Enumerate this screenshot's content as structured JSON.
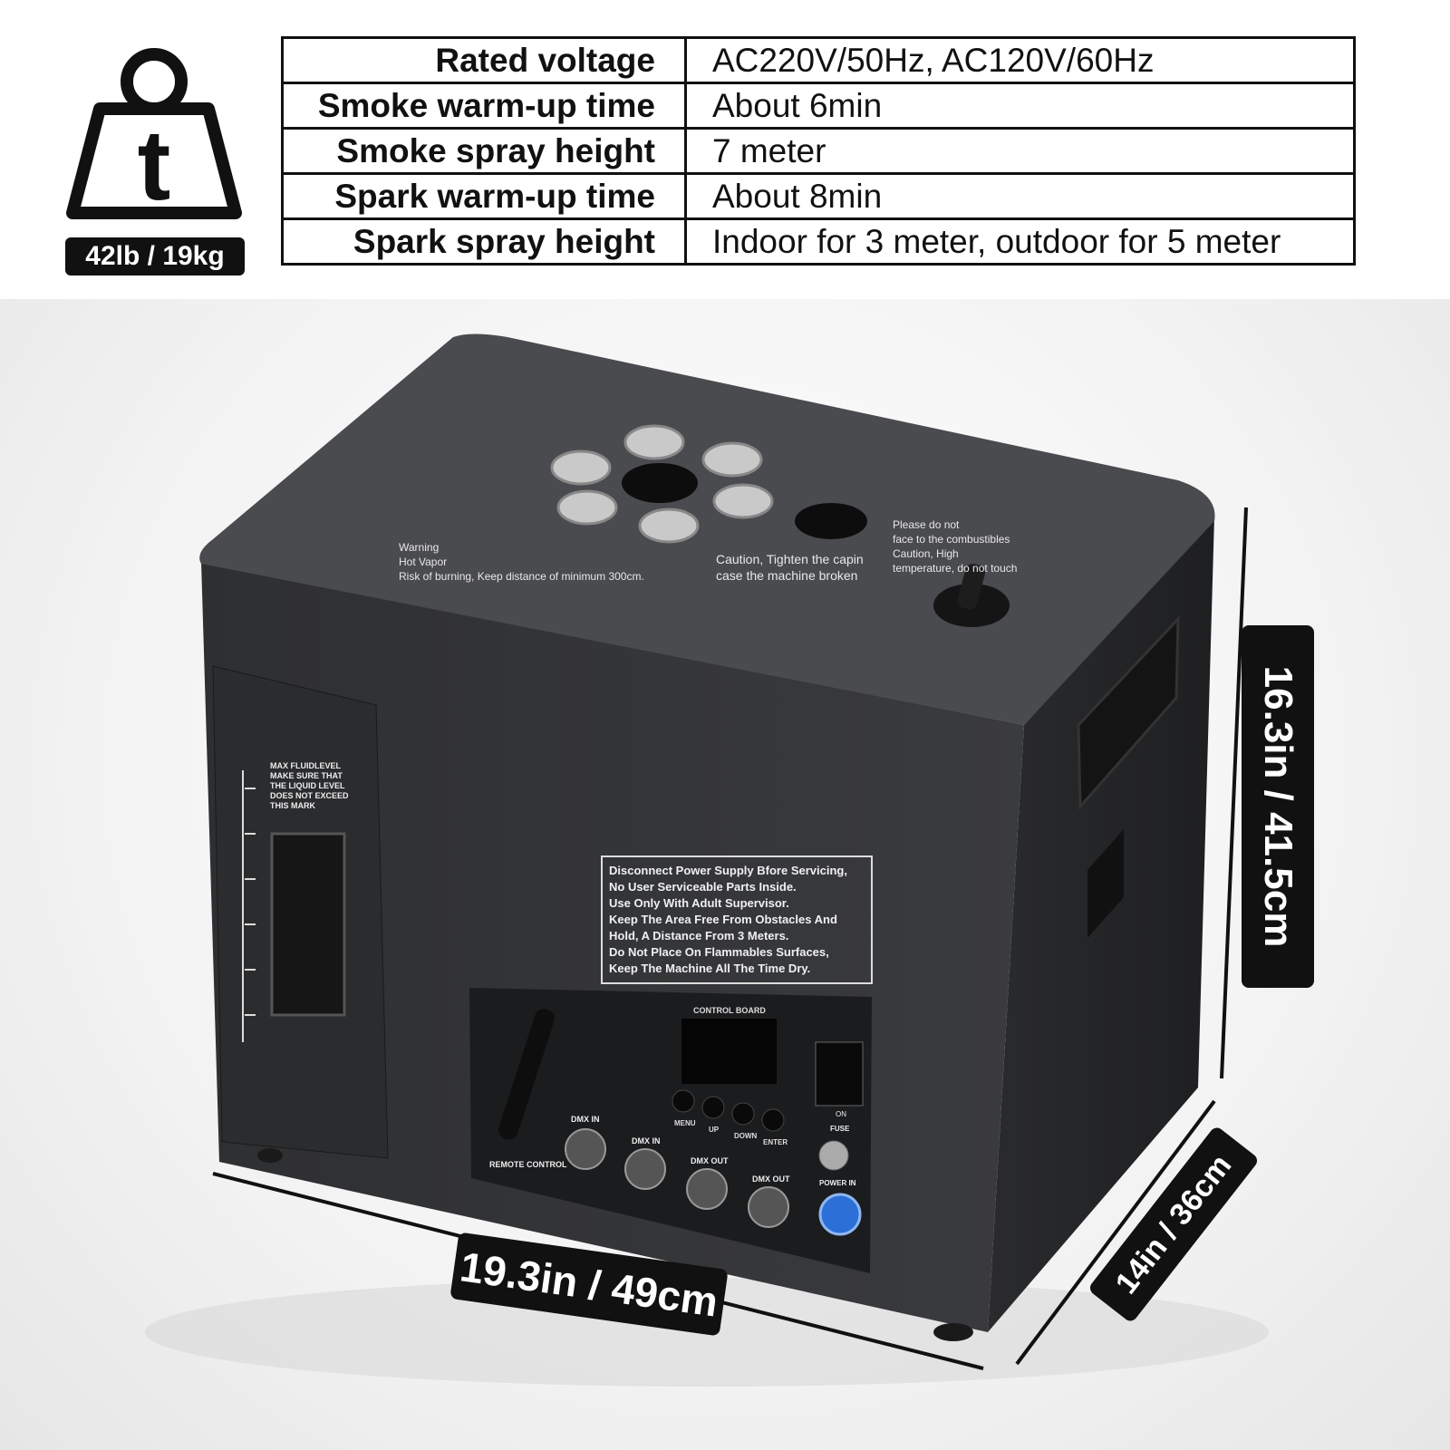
{
  "weight": {
    "icon": "weight-ton-icon",
    "glyph": "t",
    "label": "42lb / 19kg"
  },
  "specs": [
    {
      "key": "Rated voltage",
      "value": "AC220V/50Hz, AC120V/60Hz"
    },
    {
      "key": "Smoke warm-up time",
      "value": "About 6min"
    },
    {
      "key": "Smoke spray height",
      "value": "7 meter"
    },
    {
      "key": "Spark warm-up time",
      "value": "About 8min"
    },
    {
      "key": "Spark spray height",
      "value": "Indoor for 3 meter, outdoor for 5 meter"
    }
  ],
  "dimensions": {
    "width": "19.3in / 49cm",
    "height": "16.3in / 41.5cm",
    "depth": "14in / 36cm"
  },
  "machine": {
    "top_warning": [
      "Warning",
      "Hot Vapor",
      "Risk of burning, Keep distance of minimum 300cm.",
      "Caution, Tighten the capin",
      "case the machine broken",
      "Please do not",
      "face to the combustibles",
      "Caution, High",
      "temperature, do not touch"
    ],
    "fluid_label": "MAX FLUIDLEVEL MAKE SURE THAT THE LIQUID LEVEL DOES NOT EXCEED THIS MARK",
    "safety_notes": [
      "Disconnect Power Supply Bfore Servicing,",
      "No User Serviceable Parts Inside.",
      "Use Only With Adult Supervisor.",
      "Keep The Area Free From Obstacles And",
      "Hold, A Distance From 3 Meters.",
      "Do Not Place On Flammables Surfaces,",
      "Keep The Machine All The Time Dry."
    ],
    "control_board": "CONTROL BOARD",
    "buttons": [
      "MENU",
      "UP",
      "DOWN",
      "ENTER"
    ],
    "ports": [
      "DMX IN",
      "DMX IN",
      "DMX OUT",
      "DMX OUT"
    ],
    "remote": "REMOTE CONTROL",
    "switch": "ON",
    "fuse": "FUSE",
    "power": "POWER IN"
  }
}
